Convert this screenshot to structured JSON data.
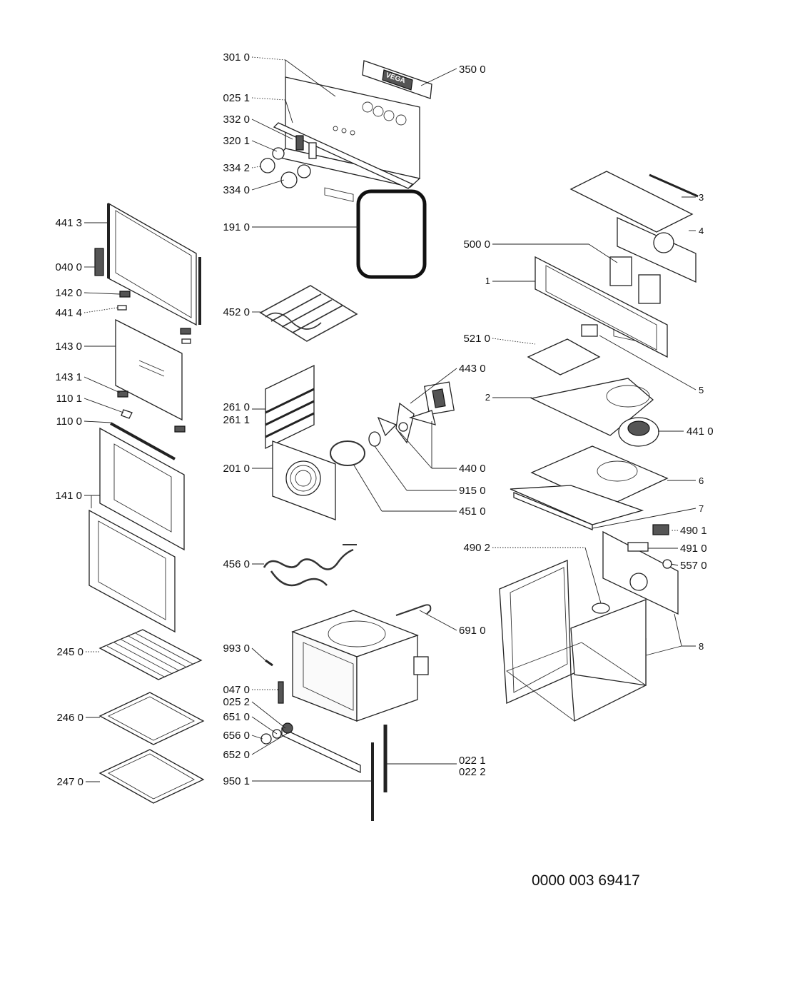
{
  "doc_number": "0000 003 69417",
  "panel_logo": "VEGA",
  "labels": {
    "p3010": "301 0",
    "p3500": "350 0",
    "p0251": "025 1",
    "p3320": "332 0",
    "p3201": "320 1",
    "p3342": "334 2",
    "p3340": "334 0",
    "p1910": "191 0",
    "p4413": "441 3",
    "p0400": "040 0",
    "p1420": "142 0",
    "p4414": "441 4",
    "p1430": "143 0",
    "p1431": "143 1",
    "p1101": "110 1",
    "p1100": "110 0",
    "p1410": "141 0",
    "p4520": "452 0",
    "p2610": "261 0",
    "p2611": "261 1",
    "p2010": "201 0",
    "p4560": "456 0",
    "p4430": "443 0",
    "p4400": "440 0",
    "p9150": "915 0",
    "p4510": "451 0",
    "p5000": "500 0",
    "p1": "1",
    "p5210": "521 0",
    "p3": "3",
    "p4": "4",
    "p5": "5",
    "p2": "2",
    "p4410": "441 0",
    "p6": "6",
    "p7": "7",
    "p4901": "490 1",
    "p4902": "490 2",
    "p4910": "491 0",
    "p5570": "557 0",
    "p8": "8",
    "p6910": "691 0",
    "p2450": "245 0",
    "p2460": "246 0",
    "p2470": "247 0",
    "p9930": "993 0",
    "p0470": "047 0",
    "p0252": "025 2",
    "p6510": "651 0",
    "p6560": "656 0",
    "p6520": "652 0",
    "p9501": "950 1",
    "p0221": "022 1",
    "p0222": "022 2"
  }
}
